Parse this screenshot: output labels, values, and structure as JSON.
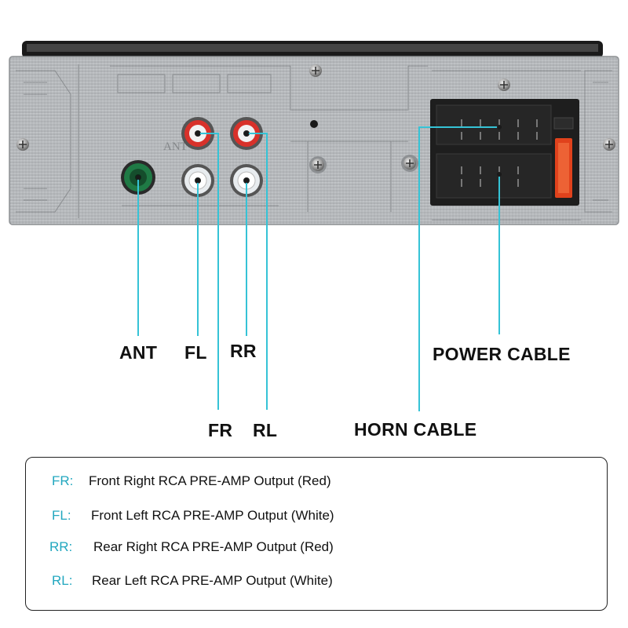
{
  "labels": {
    "ant": "ANT",
    "fl": "FL",
    "rr": "RR",
    "fr": "FR",
    "rl": "RL",
    "power_cable": "POWER CABLE",
    "horn_cable": "HORN CABLE",
    "panel_ant": "ANT"
  },
  "legend": [
    {
      "code": "FR:",
      "text": "Front Right RCA PRE-AMP Output (Red)"
    },
    {
      "code": "FL:",
      "text": "Front Left RCA PRE-AMP Output (White)"
    },
    {
      "code": "RR:",
      "text": "Rear Right RCA PRE-AMP Output (Red)"
    },
    {
      "code": "RL:",
      "text": "Rear Left RCA PRE-AMP Output (White)"
    }
  ],
  "colors": {
    "leader_line": "#35c3d6",
    "code_text": "#22a7bf",
    "panel_metal": "#b9bcbf",
    "rca_red": "#d8312a",
    "rca_white": "#e8ecef",
    "fuse": "#e0421c",
    "connector_brown": "#a85a2e",
    "ant_green": "#1f7a45"
  }
}
